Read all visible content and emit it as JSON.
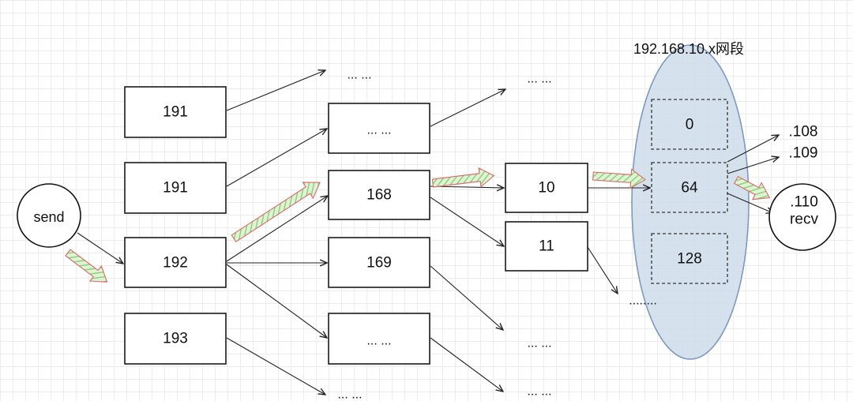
{
  "segment_label": "192.168.10.x网段",
  "send_label": "send",
  "recv_label": "recv",
  "level1": [
    "191",
    "191",
    "192",
    "193"
  ],
  "level2": [
    "... ...",
    "168",
    "169",
    "... ..."
  ],
  "level3": [
    "10",
    "11"
  ],
  "subnets": [
    "0",
    "64",
    "128"
  ],
  "hosts": [
    ".108",
    ".109",
    ".110"
  ],
  "ellipsis": {
    "l1_top": "... ...",
    "l1_bottom": "... ...",
    "l2_top": "... ...",
    "l2_bottom_a": "... ...",
    "l2_bottom_b": "... ...",
    "l3_more": "........"
  },
  "colors": {
    "segment_fill": "#cfdceb",
    "segment_stroke": "#7f99bf",
    "highlight_fill": "#bfe6b0",
    "highlight_stroke": "#d96a6a"
  }
}
